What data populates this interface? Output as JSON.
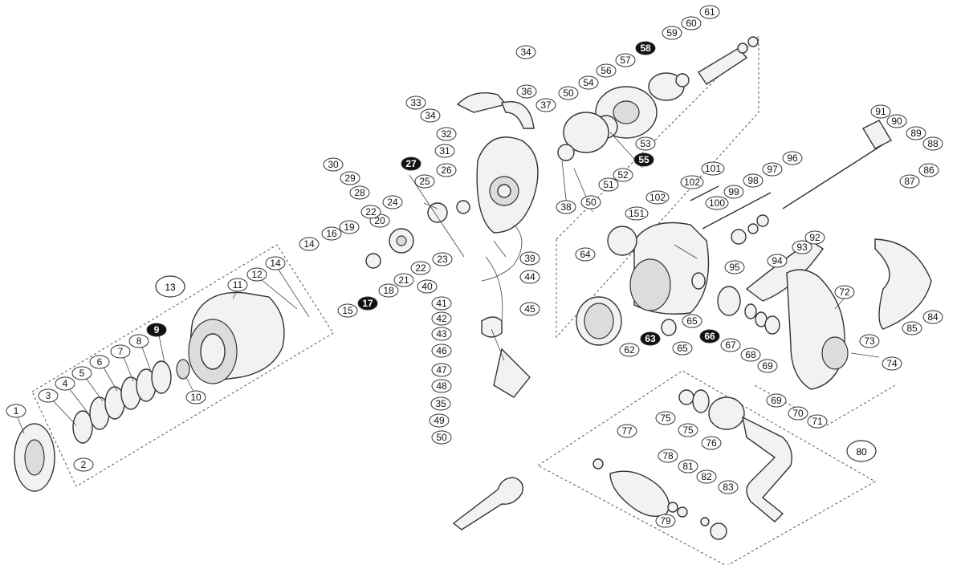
{
  "diagram": {
    "assemblies": [
      {
        "id": "group-13",
        "label": "13"
      },
      {
        "id": "group-80",
        "label": "80"
      }
    ],
    "labels": [
      {
        "t": "1",
        "f": false
      },
      {
        "t": "2",
        "f": false
      },
      {
        "t": "3",
        "f": false
      },
      {
        "t": "4",
        "f": false
      },
      {
        "t": "5",
        "f": false
      },
      {
        "t": "6",
        "f": false
      },
      {
        "t": "7",
        "f": false
      },
      {
        "t": "8",
        "f": false
      },
      {
        "t": "9",
        "f": true
      },
      {
        "t": "10",
        "f": false
      },
      {
        "t": "11",
        "f": false
      },
      {
        "t": "12",
        "f": false
      },
      {
        "t": "14",
        "f": false
      },
      {
        "t": "14",
        "f": false
      },
      {
        "t": "15",
        "f": false
      },
      {
        "t": "16",
        "f": false
      },
      {
        "t": "17",
        "f": true
      },
      {
        "t": "18",
        "f": false
      },
      {
        "t": "19",
        "f": false
      },
      {
        "t": "20",
        "f": false
      },
      {
        "t": "21",
        "f": false
      },
      {
        "t": "22",
        "f": false
      },
      {
        "t": "22",
        "f": false
      },
      {
        "t": "23",
        "f": false
      },
      {
        "t": "24",
        "f": false
      },
      {
        "t": "25",
        "f": false
      },
      {
        "t": "26",
        "f": false
      },
      {
        "t": "27",
        "f": true
      },
      {
        "t": "28",
        "f": false
      },
      {
        "t": "29",
        "f": false
      },
      {
        "t": "30",
        "f": false
      },
      {
        "t": "31",
        "f": false
      },
      {
        "t": "32",
        "f": false
      },
      {
        "t": "33",
        "f": false
      },
      {
        "t": "34",
        "f": false
      },
      {
        "t": "34",
        "f": false
      },
      {
        "t": "35",
        "f": false
      },
      {
        "t": "36",
        "f": false
      },
      {
        "t": "37",
        "f": false
      },
      {
        "t": "38",
        "f": false
      },
      {
        "t": "39",
        "f": false
      },
      {
        "t": "40",
        "f": false
      },
      {
        "t": "41",
        "f": false
      },
      {
        "t": "42",
        "f": false
      },
      {
        "t": "43",
        "f": false
      },
      {
        "t": "44",
        "f": false
      },
      {
        "t": "45",
        "f": false
      },
      {
        "t": "46",
        "f": false
      },
      {
        "t": "47",
        "f": false
      },
      {
        "t": "48",
        "f": false
      },
      {
        "t": "49",
        "f": false
      },
      {
        "t": "50",
        "f": false
      },
      {
        "t": "50",
        "f": false
      },
      {
        "t": "50",
        "f": false
      },
      {
        "t": "51",
        "f": false
      },
      {
        "t": "52",
        "f": false
      },
      {
        "t": "53",
        "f": false
      },
      {
        "t": "54",
        "f": false
      },
      {
        "t": "55",
        "f": true
      },
      {
        "t": "56",
        "f": false
      },
      {
        "t": "57",
        "f": false
      },
      {
        "t": "58",
        "f": true
      },
      {
        "t": "59",
        "f": false
      },
      {
        "t": "60",
        "f": false
      },
      {
        "t": "61",
        "f": false
      },
      {
        "t": "62",
        "f": false
      },
      {
        "t": "63",
        "f": true
      },
      {
        "t": "64",
        "f": false
      },
      {
        "t": "65",
        "f": false
      },
      {
        "t": "65",
        "f": false
      },
      {
        "t": "66",
        "f": true
      },
      {
        "t": "67",
        "f": false
      },
      {
        "t": "68",
        "f": false
      },
      {
        "t": "69",
        "f": false
      },
      {
        "t": "69",
        "f": false
      },
      {
        "t": "70",
        "f": false
      },
      {
        "t": "71",
        "f": false
      },
      {
        "t": "72",
        "f": false
      },
      {
        "t": "73",
        "f": false
      },
      {
        "t": "74",
        "f": false
      },
      {
        "t": "75",
        "f": false
      },
      {
        "t": "75",
        "f": false
      },
      {
        "t": "76",
        "f": false
      },
      {
        "t": "77",
        "f": false
      },
      {
        "t": "78",
        "f": false
      },
      {
        "t": "79",
        "f": false
      },
      {
        "t": "81",
        "f": false
      },
      {
        "t": "82",
        "f": false
      },
      {
        "t": "83",
        "f": false
      },
      {
        "t": "84",
        "f": false
      },
      {
        "t": "85",
        "f": false
      },
      {
        "t": "86",
        "f": false
      },
      {
        "t": "87",
        "f": false
      },
      {
        "t": "88",
        "f": false
      },
      {
        "t": "89",
        "f": false
      },
      {
        "t": "90",
        "f": false
      },
      {
        "t": "91",
        "f": false
      },
      {
        "t": "92",
        "f": false
      },
      {
        "t": "93",
        "f": false
      },
      {
        "t": "94",
        "f": false
      },
      {
        "t": "95",
        "f": false
      },
      {
        "t": "96",
        "f": false
      },
      {
        "t": "97",
        "f": false
      },
      {
        "t": "98",
        "f": false
      },
      {
        "t": "99",
        "f": false
      },
      {
        "t": "100",
        "f": false
      },
      {
        "t": "101",
        "f": false
      },
      {
        "t": "102",
        "f": false
      },
      {
        "t": "102",
        "f": false
      },
      {
        "t": "151",
        "f": false
      }
    ]
  },
  "colors": {
    "line": "#333333",
    "filled_label": "#111111",
    "paper": "#ffffff"
  }
}
